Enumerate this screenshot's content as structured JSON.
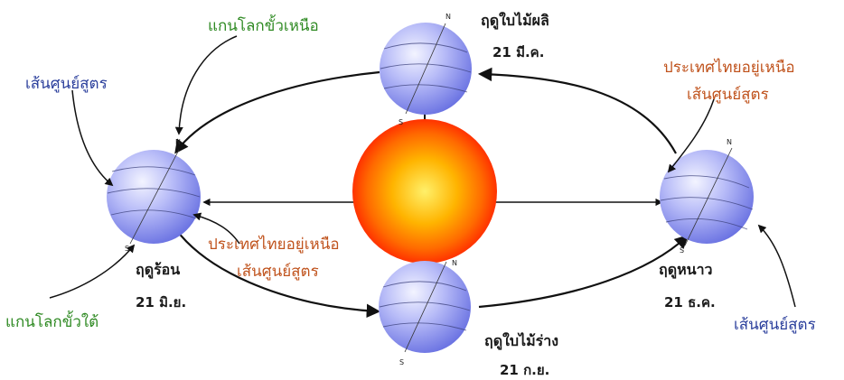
{
  "colors": {
    "axis_label": "#2f8a23",
    "equator_label": "#2b3f9c",
    "thailand_label": "#c0531d",
    "arrow": "#111111",
    "earth_light": "#eef0ff",
    "earth_dark": "#6f78e6",
    "sun_center": "#ffe54a",
    "sun_edge": "#ff3a00"
  },
  "seasons": {
    "spring": {
      "name": "ฤดูใบไม้ผลิ",
      "date": "21 มี.ค."
    },
    "summer": {
      "name": "ฤดูร้อน",
      "date": "21 มิ.ย."
    },
    "autumn": {
      "name": "ฤดูใบไม้ร่าง",
      "date": "21 ก.ย."
    },
    "winter": {
      "name": "ฤดูหนาว",
      "date": "21 ธ.ค."
    }
  },
  "labels": {
    "north_axis": "แกนโลกขั้วเหนือ",
    "south_axis": "แกนโลกขั้วใต้",
    "equator": "เส้นศูนย์สูตร",
    "thailand_line1": "ประเทศไทยอยู่เหนือ",
    "thailand_line2": "เส้นศูนย์สูตร",
    "pole_n": "N",
    "pole_s": "S"
  }
}
